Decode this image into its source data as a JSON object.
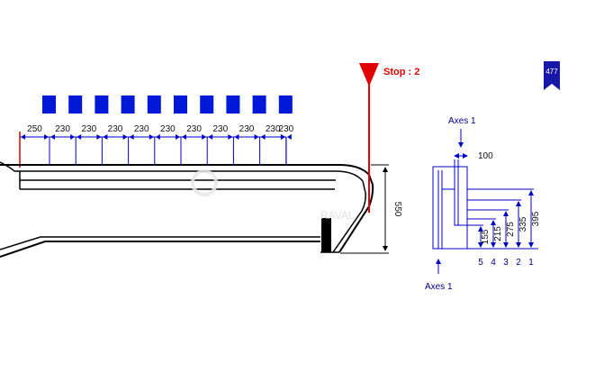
{
  "colors": {
    "outline": "#000000",
    "dimension": "#0000cc",
    "square": "#0018d8",
    "stop": "#e00000",
    "badge": "#1818a8"
  },
  "badge_number": "477",
  "stop": {
    "label": "Stop : 2"
  },
  "pitches": {
    "first": "250",
    "segments": [
      "230",
      "230",
      "230",
      "230",
      "230",
      "230",
      "230",
      "230",
      "230",
      "230"
    ]
  },
  "tool_count": 10,
  "height_dim": "550",
  "section": {
    "axes_top": "Axes 1",
    "axes_bottom": "Axes 1",
    "width_dim": "100",
    "height_dims": [
      "155",
      "215",
      "275",
      "335",
      "395"
    ],
    "stations": [
      "5",
      "4",
      "3",
      "2",
      "1"
    ]
  },
  "watermark_text": "RAVAL"
}
